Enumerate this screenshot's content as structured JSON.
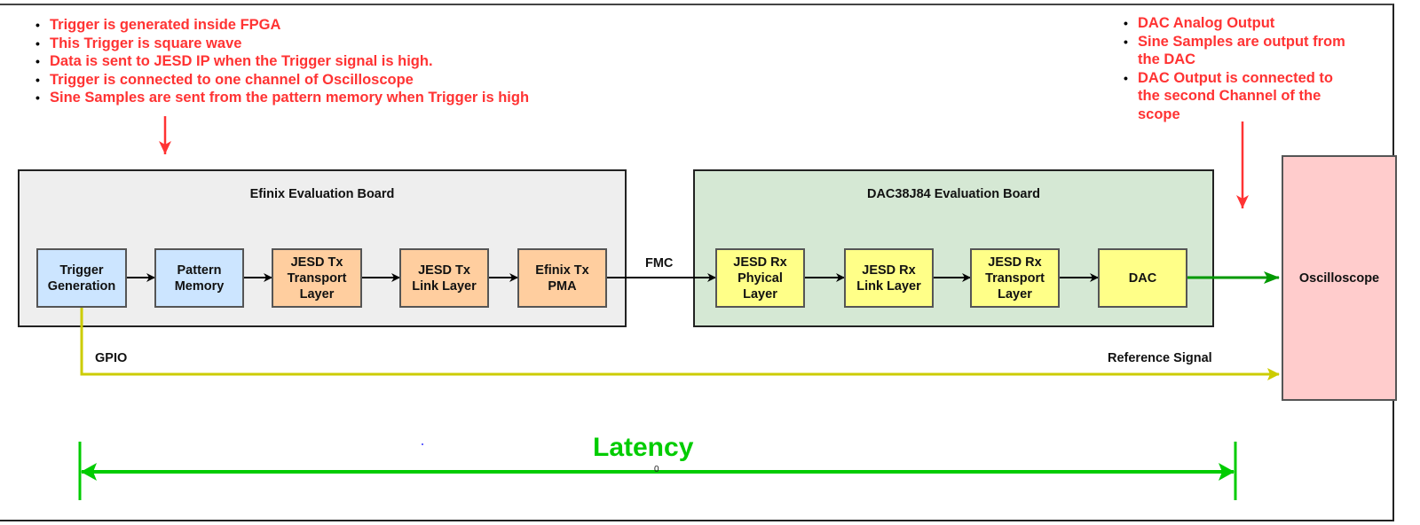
{
  "notes_left": [
    "Trigger is generated inside FPGA",
    "This Trigger is square wave",
    "Data is sent to JESD IP when the Trigger signal is high.",
    "Trigger is connected to one channel of Oscilloscope",
    "Sine Samples are sent from the pattern memory when Trigger is high"
  ],
  "notes_right": [
    "DAC Analog Output",
    "Sine Samples are output from the DAC",
    "DAC Output is connected to the second Channel of the scope"
  ],
  "boards": {
    "efinix": {
      "title": "Efinix Evaluation Board",
      "blocks": [
        "Trigger\nGeneration",
        "Pattern\nMemory",
        "JESD Tx\nTransport\nLayer",
        "JESD Tx\nLink Layer",
        "Efinix Tx\nPMA"
      ]
    },
    "dac": {
      "title": "DAC38J84 Evaluation Board",
      "blocks": [
        "JESD Rx\nPhyical\nLayer",
        "JESD Rx\nLink Layer",
        "JESD Rx\nTransport\nLayer",
        "DAC"
      ]
    }
  },
  "oscilloscope": "Oscilloscope",
  "connections": {
    "fmc": "FMC",
    "gpio": "GPIO",
    "reference_signal": "Reference Signal"
  },
  "latency": {
    "label": "Latency",
    "midpoint_marker": "0"
  },
  "colors": {
    "note_text": "#ff3333",
    "latency": "#00cc00",
    "dac_output_wire": "#009900",
    "gpio_wire": "#cccc00",
    "efinix_board_bg": "#eeeeee",
    "dac_board_bg": "#d5e8d4",
    "tx_block_blue": "#cce5ff",
    "tx_block_orange": "#ffce9f",
    "rx_block_yellow": "#ffff88",
    "oscilloscope_bg": "#ffcccc"
  }
}
